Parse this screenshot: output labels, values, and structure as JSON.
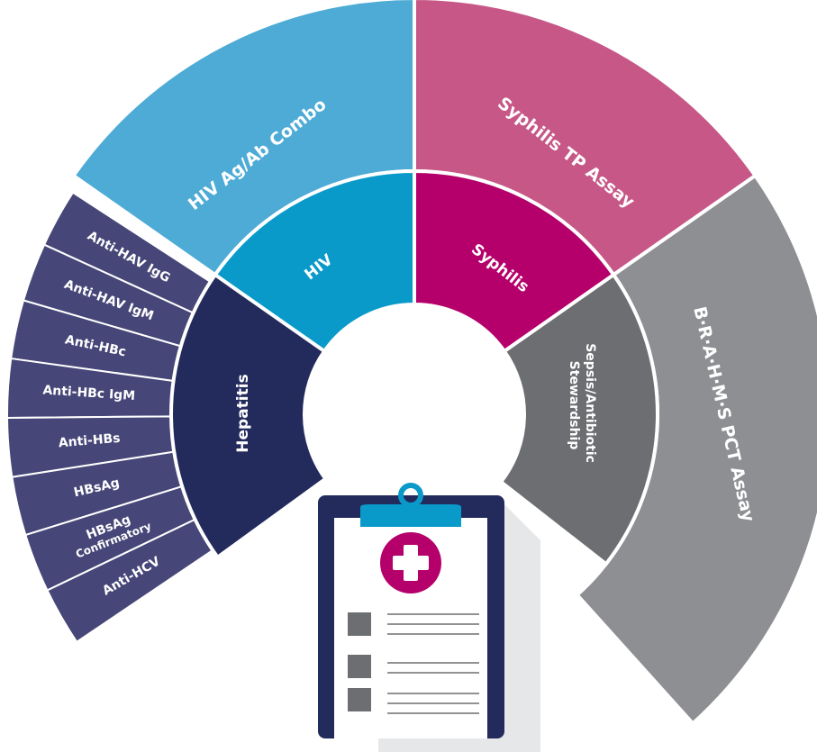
{
  "colors": {
    "hiv_inner": "#0a9ac9",
    "hiv_outer": "#4dabd6",
    "syphilis_inner": "#b5006b",
    "syphilis_outer": "#c65787",
    "sepsis_inner": "#6d6e71",
    "sepsis_outer": "#8e8f93",
    "hepatitis_inner": "#232b5d",
    "hepatitis_outer": "#464678",
    "clipboard_frame": "#232b5d",
    "clip": "#0a9ac9",
    "medical_cross": "#b5006b"
  },
  "categories": [
    {
      "id": "hiv",
      "label": "HIV",
      "tests": [
        "HIV Ag/Ab Combo"
      ]
    },
    {
      "id": "syphilis",
      "label": "Syphilis",
      "tests": [
        "Syphilis TP Assay"
      ]
    },
    {
      "id": "sepsis",
      "label_lines": [
        "Sepsis/Antibiotic",
        "Stewardship"
      ],
      "tests": [
        "B·R·A·H·M·S PCT Assay"
      ]
    },
    {
      "id": "hepatitis",
      "label": "Hepatitis",
      "tests": [
        "Anti-HAV IgG",
        "Anti-HAV IgM",
        "Anti-HBc",
        "Anti-HBc IgM",
        "Anti-HBs",
        "HBsAg",
        "HBsAg Confirmatory",
        "Anti-HCV"
      ],
      "confirmatory_lines": [
        "HBsAg",
        "Confirmatory"
      ]
    }
  ],
  "icons": [
    "clipboard-icon",
    "medical-cross-icon",
    "checkbox-icon"
  ]
}
